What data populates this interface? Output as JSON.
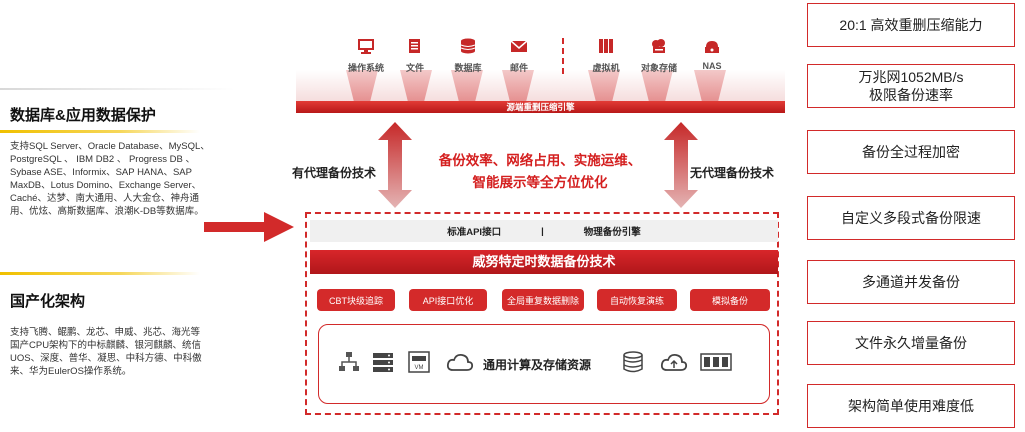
{
  "left": {
    "section1": {
      "title": "数据库&应用数据保护",
      "desc_lines": [
        "支持SQL Server、Oracle Database、MySQL、",
        "PostgreSQL 、 IBM DB2 、 Progress DB 、",
        "Sybase ASE、Informix、SAP HANA、SAP",
        "MaxDB、Lotus Domino、Exchange Server、",
        "Caché、达梦、南大通用、人大金仓、神舟通",
        "用、优炫、高斯数据库、浪潮K-DB等数据库。"
      ]
    },
    "section2": {
      "title": "国产化架构",
      "desc_lines": [
        "支持飞腾、鲲鹏、龙芯、申威、兆芯、海光等",
        "国产CPU架构下的中标麒麟、银河麒麟、统信",
        "UOS、深度、普华、凝思、中科方德、中科傲",
        "来、华为EulerOS操作系统。"
      ]
    }
  },
  "sources": [
    {
      "label": "操作系统",
      "icon": "monitor-icon"
    },
    {
      "label": "文件",
      "icon": "file-icon"
    },
    {
      "label": "数据库",
      "icon": "database-icon"
    },
    {
      "label": "邮件",
      "icon": "mail-icon"
    },
    {
      "label": "虚拟机",
      "icon": "server-rack-icon"
    },
    {
      "label": "对象存储",
      "icon": "cloud-storage-icon"
    },
    {
      "label": "NAS",
      "icon": "nas-icon"
    }
  ],
  "engine_label": "源端重删压缩引擎",
  "agent_label": "有代理备份技术",
  "agentless_label": "无代理备份技术",
  "highlight_lines": [
    "备份效率、网络占用、实施运维、",
    "智能展示等全方位优化"
  ],
  "api_row": {
    "left": "标准API接口",
    "sep": "|",
    "right": "物理备份引擎"
  },
  "tech_title": "威努特定时数据备份技术",
  "features": [
    "CBT块级追踪",
    "API接口优化",
    "全局重复数据删除",
    "自动恢复演练",
    "模拟备份"
  ],
  "resources_label": "通用计算及存储资源",
  "right_features": [
    [
      "20:1 高效重删压缩能力"
    ],
    [
      "万兆网1052MB/s",
      "极限备份速率"
    ],
    [
      "备份全过程加密"
    ],
    [
      "自定义多段式备份限速"
    ],
    [
      "多通道并发备份"
    ],
    [
      "文件永久增量备份"
    ],
    [
      "架构简单使用难度低"
    ]
  ],
  "colors": {
    "accent": "#d22a2a",
    "gold": "#f0c000"
  }
}
